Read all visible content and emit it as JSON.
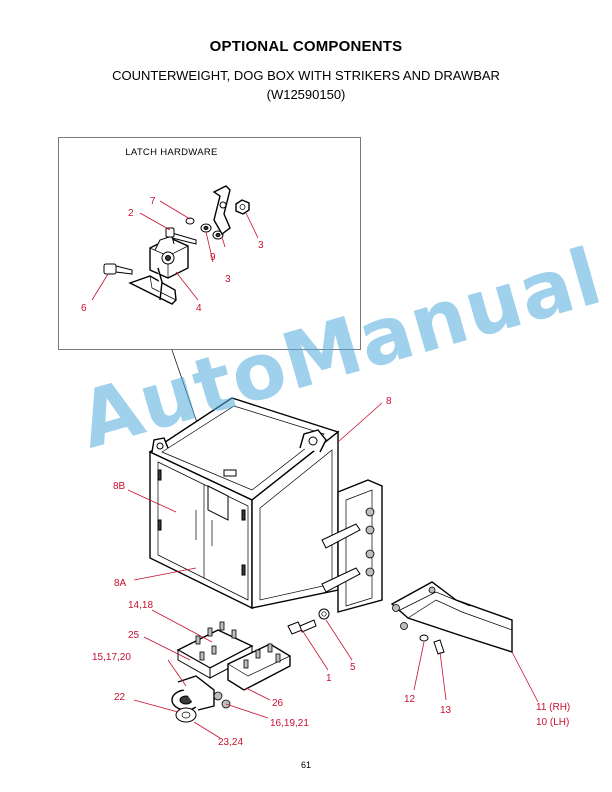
{
  "header": {
    "title": "OPTIONAL COMPONENTS",
    "subtitle_line1": "COUNTERWEIGHT, DOG BOX WITH STRIKERS AND DRAWBAR",
    "subtitle_line2": "(W12590150)"
  },
  "inset": {
    "title": "LATCH HARDWARE",
    "callouts": {
      "c7": "7",
      "c2": "2",
      "c9": "9",
      "c3a": "3",
      "c3b": "3",
      "c6": "6",
      "c4": "4"
    }
  },
  "main": {
    "callouts": {
      "c8": "8",
      "c8b": "8B",
      "c8a": "8A",
      "c1418": "14,18",
      "c25": "25",
      "c151720": "15,17,20",
      "c22": "22",
      "c26": "26",
      "c2324": "23,24",
      "c161921": "16,19,21",
      "c1": "1",
      "c5": "5",
      "c12": "12",
      "c13": "13",
      "c11": "11 (RH)",
      "c10": "10 (LH)"
    }
  },
  "watermark": "AutoManual",
  "footer": {
    "page_number": "61"
  },
  "colors": {
    "callout": "#c8102e",
    "watermark": "#50aadc"
  }
}
